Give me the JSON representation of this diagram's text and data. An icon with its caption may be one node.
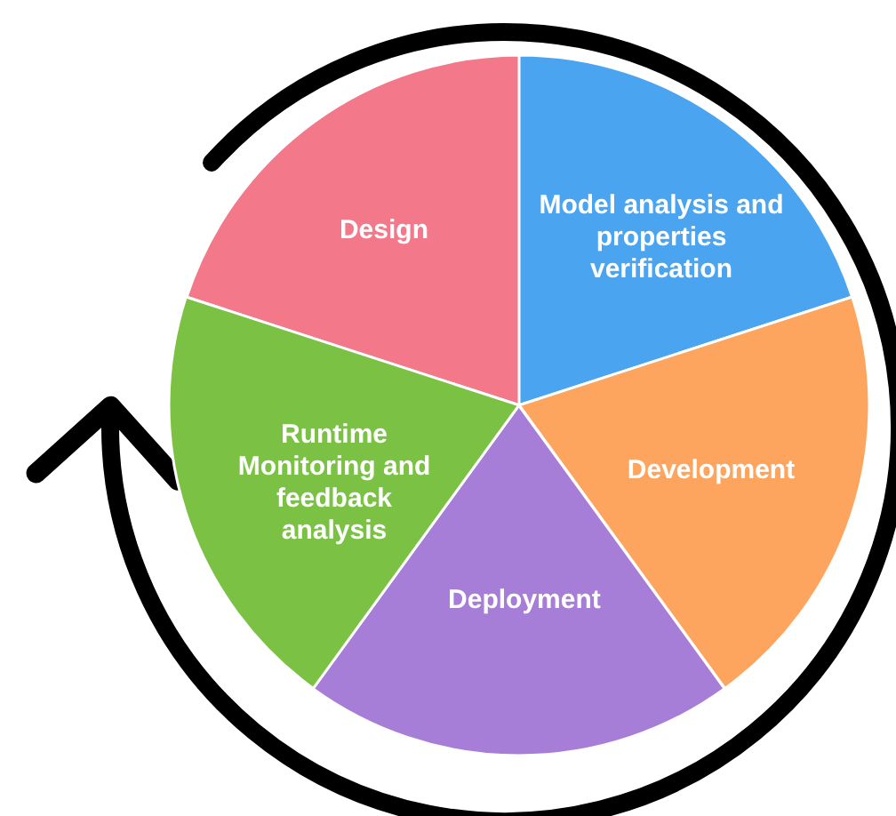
{
  "diagram": {
    "nodes": [
      {
        "text": [
          "Design"
        ]
      },
      {
        "text": [
          "Model analysis and properties verification"
        ]
      },
      {
        "text": [
          "Development"
        ]
      },
      {
        "text": [
          "Deployment"
        ]
      },
      {
        "text": [
          "Runtime Monitoring and feedback analysis"
        ]
      }
    ],
    "edges": []
  }
}
